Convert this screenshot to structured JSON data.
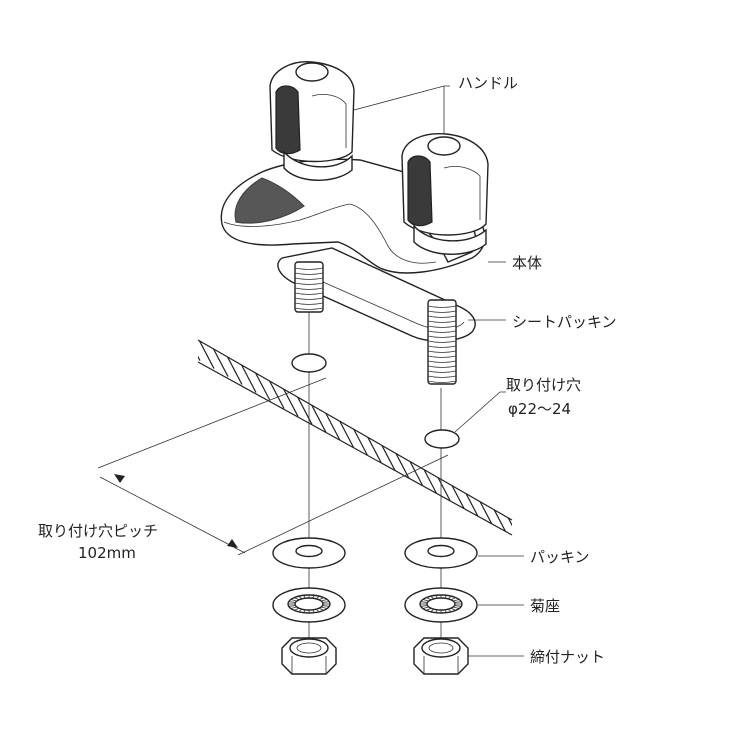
{
  "labels": {
    "handle": "ハンドル",
    "body": "本体",
    "seat_packing": "シートパッキン",
    "mount_hole": "取り付け穴",
    "mount_hole_dia": "φ22～24",
    "hole_pitch": "取り付け穴ピッチ",
    "hole_pitch_value": "102mm",
    "packing": "パッキン",
    "chrysanthemum_seat": "菊座",
    "lock_nut": "締付ナット"
  }
}
